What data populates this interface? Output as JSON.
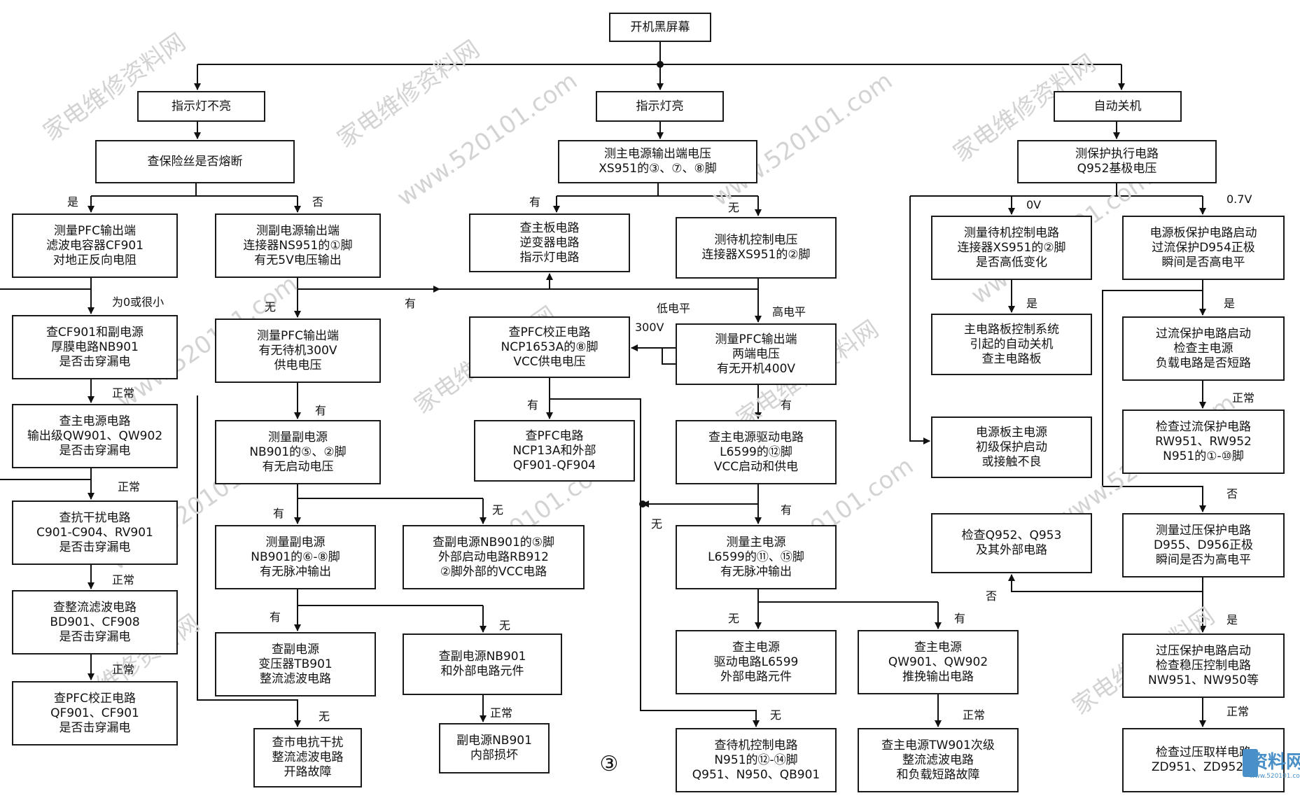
{
  "nodes": {
    "start": [
      "开机黑屏幕"
    ],
    "ind_off": [
      "指示灯不亮"
    ],
    "ind_on": [
      "指示灯亮"
    ],
    "auto_off": [
      "自动关机"
    ],
    "fuse": [
      "查保险丝是否熔断"
    ],
    "measure_main": [
      "测主电源输出端电压",
      "XS951的③、⑦、⑧脚"
    ],
    "protect": [
      "测保护执行电路",
      "Q952基极电压"
    ],
    "pfc_filter": [
      "测量PFC输出端",
      "滤波电容器CF901",
      "对地正反向电阻"
    ],
    "sub_out": [
      "测副电源输出端",
      "连接器NS951的①脚",
      "有无5V电压输出"
    ],
    "check_main": [
      "查主板电路",
      "逆变器电路",
      "指示灯电路"
    ],
    "standby_ctrl": [
      "测待机控制电压",
      "连接器XS951的②脚"
    ],
    "standby_meas": [
      "测量待机控制电路",
      "连接器XS951的②脚",
      "是否高低变化"
    ],
    "pwr_protect": [
      "电源板保护电路启动",
      "过流保护D954正极",
      "瞬间是否高电平"
    ],
    "cf901": [
      "查CF901和副电源",
      "厚膜电路NB901",
      "是否击穿漏电"
    ],
    "pfc300": [
      "测量PFC输出端",
      "有无待机300V",
      "供电电压"
    ],
    "pfc_ncp": [
      "查PFC校正电路",
      "NCP1653A的⑧脚",
      "VCC供电电压"
    ],
    "pfc400": [
      "测量PFC输出端",
      "两端电压",
      "有无开机400V"
    ],
    "mainboard_ctrl": [
      "主电路板控制系统",
      "引起的自动关机",
      "查主电路板"
    ],
    "overcurrent": [
      "过流保护电路启动",
      "检查主电源",
      "负载电路是否短路"
    ],
    "main_out": [
      "查主电源电路",
      "输出级QW901、QW902",
      "是否击穿漏电"
    ],
    "sub_nb_start": [
      "测量副电源",
      "NB901的⑤、②脚",
      "有无启动电压"
    ],
    "pfc_ext": [
      "查PFC电路",
      "NCP13A和外部",
      "QF901-QF904"
    ],
    "driver": [
      "查主电源驱动电路",
      "L6599的⑫脚",
      "VCC启动和供电"
    ],
    "primary": [
      "电源板主电源",
      "初级保护启动",
      "或接触不良"
    ],
    "check_oc": [
      "检查过流保护电路",
      "RW951、RW952",
      "N951的①-⑩脚"
    ],
    "emi": [
      "查抗干扰电路",
      "C901-C904、RV901",
      "是否击穿漏电"
    ],
    "sub_pulse": [
      "测量副电源",
      "NB901的⑥-⑧脚",
      "有无脉冲输出"
    ],
    "sub_ext": [
      "查副电源NB901的⑤脚",
      "外部启动电路RB912",
      "②脚外部的VCC电路"
    ],
    "main_pulse": [
      "测量主电源",
      "L6599的⑪、⑮脚",
      "有无脉冲输出"
    ],
    "q952": [
      "检查Q952、Q953",
      "及其外部电路"
    ],
    "ovp": [
      "测量过压保护电路",
      "D955、D956正极",
      "瞬间是否为高电平"
    ],
    "rect": [
      "查整流滤波电路",
      "BD901、CF908",
      "是否击穿漏电"
    ],
    "sub_tb": [
      "查副电源",
      "变压器TB901",
      "整流滤波电路"
    ],
    "sub_nb_ext": [
      "查副电源NB901",
      "和外部电路元件"
    ],
    "main_drv_ext": [
      "查主电源",
      "驱动电路L6599",
      "外部电路元件"
    ],
    "main_push": [
      "查主电源",
      "QW901、QW902",
      "推挽输出电路"
    ],
    "ovp_start": [
      "过压保护电路启动",
      "检查稳压控制电路",
      "NW951、NW950等"
    ],
    "pfc_corr": [
      "查PFC校正电路",
      "QF901、CF901",
      "是否击穿漏电"
    ],
    "mains": [
      "查市电抗干扰",
      "整流滤波电路",
      "开路故障"
    ],
    "sub_damage": [
      "副电源NB901",
      "内部损坏"
    ],
    "standby_circuit": [
      "查待机控制电路",
      "N951的⑫-⑭脚",
      "Q951、N950、QB901"
    ],
    "tw901": [
      "查主电源TW901次级",
      "整流滤波电路",
      "和负载短路故障"
    ],
    "ovp_sample": [
      "检查过压取样电路",
      "ZD951、ZD952等"
    ]
  },
  "labels": {
    "yes": "是",
    "no": "否",
    "has": "有",
    "none": "无",
    "normal": "正常",
    "zero_small": "为0或很小",
    "v0": "0V",
    "v07": "0.7V",
    "low": "低电平",
    "high": "高电平",
    "v300": "300V"
  },
  "page_number": "③",
  "watermarks": {
    "cn": "家电维修资料网",
    "url": "www.520101.com"
  },
  "logo": {
    "text": "资料网",
    "url": "www.520101.com"
  }
}
